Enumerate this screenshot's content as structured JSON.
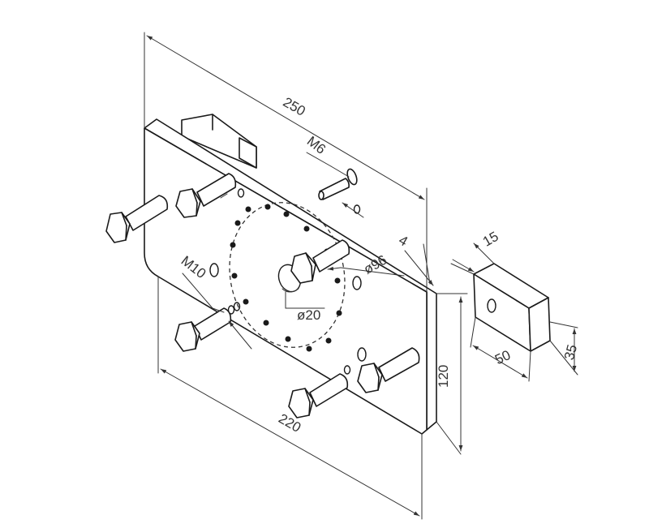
{
  "dimensions": {
    "plate_length": "250",
    "plate_base_length": "220",
    "plate_height": "120",
    "plate_thickness": "4",
    "small_bolt": "M6",
    "large_bolts": "M10",
    "bolt_circle": "ø96",
    "center_hole": "ø20",
    "block_thickness": "15",
    "block_length": "50",
    "block_height": "35"
  },
  "colors": {
    "line": "#1a1a1a",
    "dimension": "#333333",
    "background": "#ffffff"
  }
}
